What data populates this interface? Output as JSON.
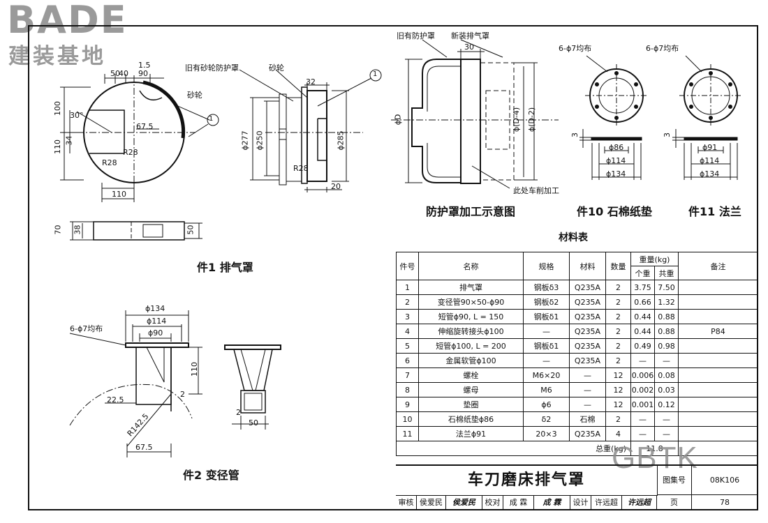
{
  "logo": {
    "brand": "BADE",
    "subtitle": "建装基地"
  },
  "watermark": "GBTK",
  "labels": {
    "part1": {
      "caption": "件1  排气罩",
      "dims": [
        "50",
        "40",
        "90",
        "1.5",
        "30°",
        "100",
        "110",
        "34",
        "67.5",
        "R28",
        "R28",
        "110",
        "70",
        "38",
        "50"
      ],
      "leader_wheel": "砂轮"
    },
    "guard": {
      "old_guard": "旧有砂轮防护罩",
      "wheel": "砂轮",
      "dims": [
        "32",
        "ϕ277",
        "ϕ250",
        "ϕ285",
        "R28",
        "20"
      ]
    },
    "callout": "1",
    "scheme": {
      "caption": "防护罩加工示意图",
      "old_guard": "旧有防护罩",
      "new_hood": "新装排气罩",
      "dims": [
        "30",
        "ϕD",
        "ϕ(D-4)",
        "ϕ(D-2)"
      ],
      "note": "此处车削加工"
    },
    "part10": {
      "caption": "件10  石棉纸垫",
      "holes": "6-ϕ7均布",
      "dims": [
        "3",
        "ϕ86",
        "ϕ114",
        "ϕ134"
      ]
    },
    "part11": {
      "caption": "件11  法兰",
      "holes": "6-ϕ7均布",
      "dims": [
        "3",
        "ϕ91",
        "ϕ114",
        "ϕ134"
      ]
    },
    "part2": {
      "caption": "件2  变径管",
      "holes": "6-ϕ7均布",
      "dims": [
        "ϕ134",
        "ϕ114",
        "ϕ90",
        "110",
        "2",
        "22.5",
        "R142.5",
        "67.5",
        "2",
        "50"
      ]
    }
  },
  "materials": {
    "title": "材料表",
    "headers": {
      "no": "件号",
      "name": "名称",
      "spec": "规格",
      "material": "材料",
      "qty": "数量",
      "weight": "重量(kg)",
      "unit": "个重",
      "total": "共重",
      "remark": "备注"
    },
    "rows": [
      {
        "no": "1",
        "name": "排气罩",
        "spec": "钢板δ3",
        "material": "Q235A",
        "qty": "2",
        "unit": "3.75",
        "total": "7.50",
        "remark": ""
      },
      {
        "no": "2",
        "name": "变径管90×50-ϕ90",
        "spec": "钢板δ2",
        "material": "Q235A",
        "qty": "2",
        "unit": "0.66",
        "total": "1.32",
        "remark": ""
      },
      {
        "no": "3",
        "name": "短管ϕ90, L = 150",
        "spec": "钢板δ1",
        "material": "Q235A",
        "qty": "2",
        "unit": "0.44",
        "total": "0.88",
        "remark": ""
      },
      {
        "no": "4",
        "name": "伸缩旋转接头ϕ100",
        "spec": "—",
        "material": "Q235A",
        "qty": "2",
        "unit": "0.44",
        "total": "0.88",
        "remark": "P84"
      },
      {
        "no": "5",
        "name": "短管ϕ100, L = 200",
        "spec": "钢板δ1",
        "material": "Q235A",
        "qty": "2",
        "unit": "0.49",
        "total": "0.98",
        "remark": ""
      },
      {
        "no": "6",
        "name": "金属软管ϕ100",
        "spec": "—",
        "material": "Q235A",
        "qty": "2",
        "unit": "—",
        "total": "—",
        "remark": ""
      },
      {
        "no": "7",
        "name": "螺栓",
        "spec": "M6×20",
        "material": "—",
        "qty": "12",
        "unit": "0.006",
        "total": "0.08",
        "remark": ""
      },
      {
        "no": "8",
        "name": "螺母",
        "spec": "M6",
        "material": "—",
        "qty": "12",
        "unit": "0.002",
        "total": "0.03",
        "remark": ""
      },
      {
        "no": "9",
        "name": "垫圈",
        "spec": "ϕ6",
        "material": "—",
        "qty": "12",
        "unit": "0.001",
        "total": "0.12",
        "remark": ""
      },
      {
        "no": "10",
        "name": "石棉纸垫ϕ86",
        "spec": "δ2",
        "material": "石棉",
        "qty": "2",
        "unit": "—",
        "total": "—",
        "remark": ""
      },
      {
        "no": "11",
        "name": "法兰ϕ91",
        "spec": "20×3",
        "material": "Q235A",
        "qty": "4",
        "unit": "—",
        "total": "—",
        "remark": ""
      }
    ],
    "total_label": "总重(kg)",
    "total_value": "11.8"
  },
  "title_block": {
    "title": "车刀磨床排气罩",
    "atlas_label": "图集号",
    "atlas_no": "08K106",
    "review_label": "审核",
    "reviewer": "侯爱民",
    "reviewer_sign": "侯爱民",
    "check_label": "校对",
    "checker": "成  霖",
    "checker_sign": "成  霖",
    "design_label": "设计",
    "designer": "许远超",
    "designer_sign": "许远超",
    "page_label": "页",
    "page_no": "78"
  }
}
